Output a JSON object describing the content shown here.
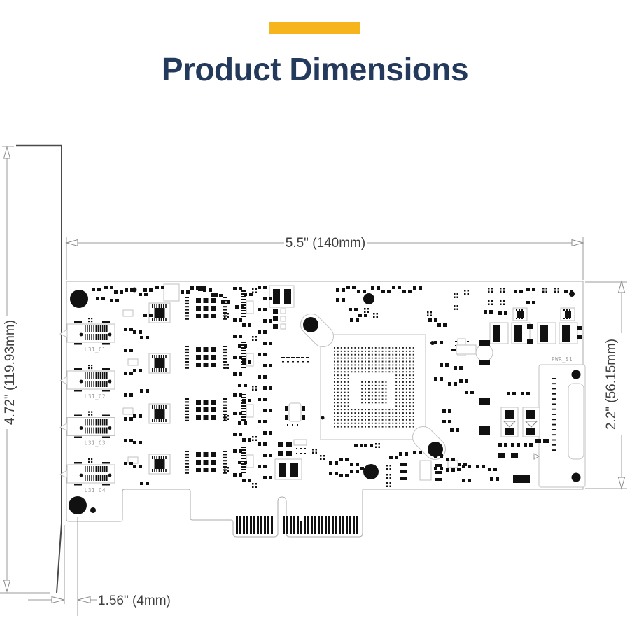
{
  "header": {
    "title": "Product Dimensions",
    "title_color": "#243A5C",
    "accent_color": "#F6B51D"
  },
  "dimensions": {
    "board_width": "5.5\" (140mm)",
    "bracket_height": "4.72\" (119.93mm)",
    "board_height": "2.2\" (56.15mm)",
    "bracket_offset": "1.56\" (4mm)"
  },
  "board_labels": {
    "usb_ports": [
      "U31_C1",
      "U31_C2",
      "U31_C3",
      "U31_C4"
    ],
    "power_header": "PWR_S1"
  },
  "diagram": {
    "line_color": "#9b9b9b",
    "board_outline_color": "#ababab",
    "component_color": "#111111"
  }
}
